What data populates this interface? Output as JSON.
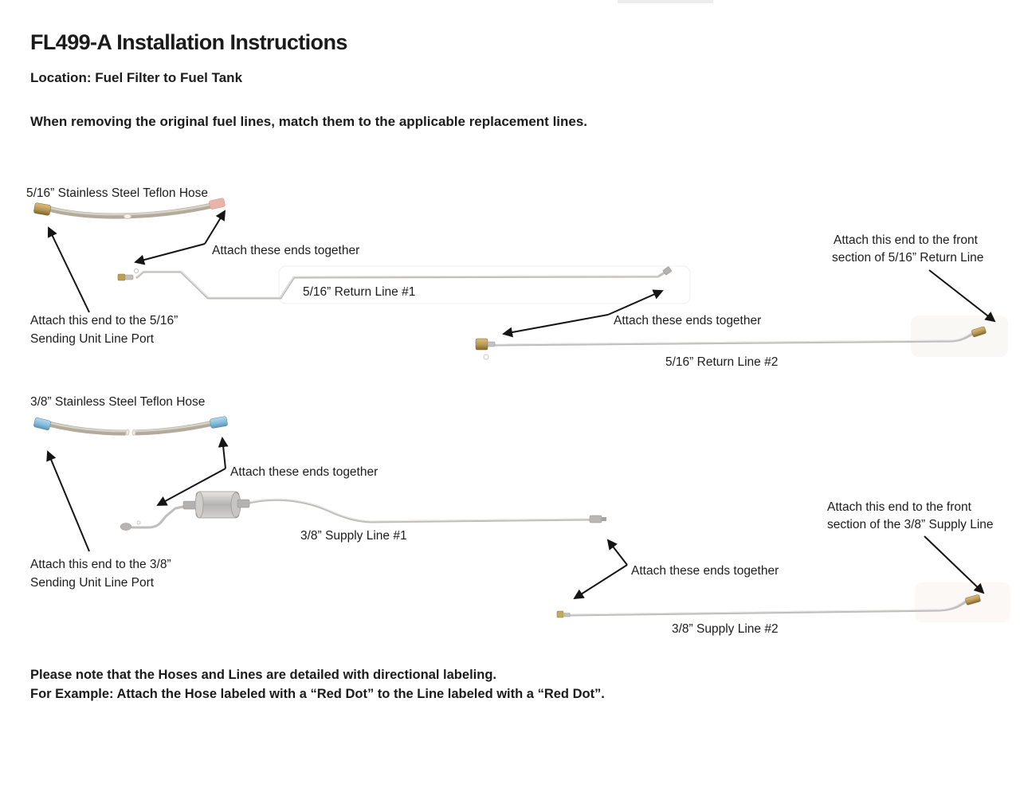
{
  "header": {
    "title": "FL499-A Installation Instructions",
    "location": "Location: Fuel Filter to Fuel Tank",
    "intro": "When removing the original fuel lines, match them to the applicable replacement lines."
  },
  "diagram": {
    "hose_516_label": "5/16” Stainless Steel Teflon Hose",
    "return_line_1_label": "5/16” Return Line #1",
    "return_line_2_label": "5/16” Return Line #2",
    "hose_38_label": "3/8” Stainless Steel Teflon Hose",
    "supply_line_1_label": "3/8” Supply Line #1",
    "supply_line_2_label": "3/8” Supply Line #2",
    "annotations": {
      "attach_ends": "Attach these ends together",
      "sending_unit_516_line1": "Attach this end to the 5/16”",
      "sending_unit_516_line2": "Sending Unit Line Port",
      "sending_unit_38_line1": "Attach this end to the 3/8”",
      "sending_unit_38_line2": "Sending Unit Line Port",
      "front_return_line1": "Attach this end to the front",
      "front_return_line2": "section of 5/16” Return Line",
      "front_supply_line1": "Attach this end to the front",
      "front_supply_line2": "section of the 3/8” Supply Line"
    }
  },
  "footer": {
    "note_line1": "Please note that the Hoses and Lines are detailed with directional labeling.",
    "note_line2": "For Example: Attach the Hose labeled with a “Red Dot” to the Line labeled with a “Red Dot”."
  },
  "colors": {
    "brass_fitting": "#b5985a",
    "red_dot_fitting": "#e9b3a9",
    "blue_dot_fitting": "#85bcdc",
    "steel_line": "#bfbebc",
    "hose_braid": "#b2ab9d",
    "arrow": "#151515"
  }
}
